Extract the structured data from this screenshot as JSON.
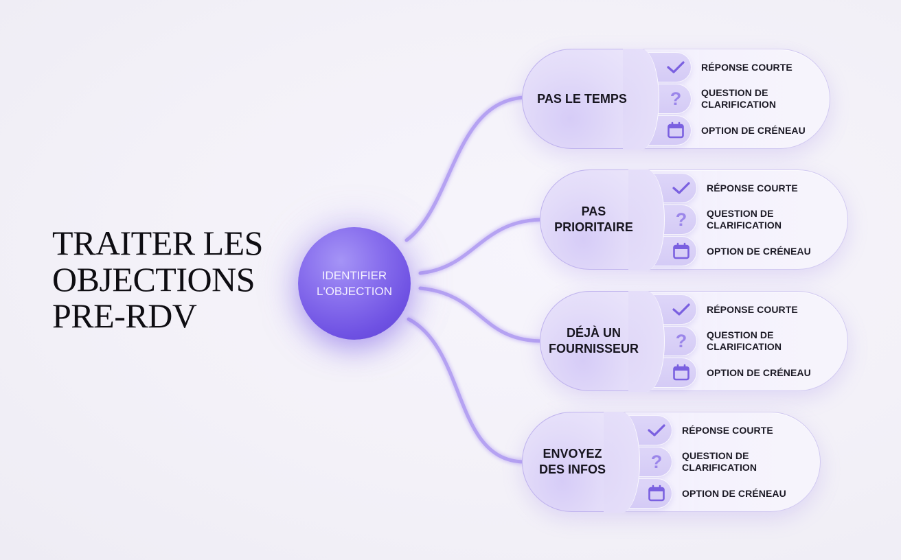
{
  "title": {
    "lines": [
      "TRAITER LES",
      "OBJECTIONS",
      "PRE-RDV"
    ]
  },
  "hub": {
    "lines": [
      "IDENTIFIER",
      "L'OBJECTION"
    ],
    "color": "#7b5fe8"
  },
  "colors": {
    "accent": "#7b5fe8",
    "link": "#b7a4f3",
    "icon": "#7a60e0",
    "background": "#f4f2f9"
  },
  "objections": [
    {
      "label_lines": [
        "PAS LE TEMPS"
      ],
      "options": [
        {
          "icon": "check-icon",
          "label": "RÉPONSE COURTE"
        },
        {
          "icon": "question-icon",
          "label_lines": [
            "QUESTION DE",
            "CLARIFICATION"
          ]
        },
        {
          "icon": "calendar-icon",
          "label": "OPTION DE CRÉNEAU"
        }
      ]
    },
    {
      "label_lines": [
        "PAS",
        "PRIORITAIRE"
      ],
      "options": [
        {
          "icon": "check-icon",
          "label": "RÉPONSE COURTE"
        },
        {
          "icon": "question-icon",
          "label_lines": [
            "QUESTION DE",
            "CLARIFICATION"
          ]
        },
        {
          "icon": "calendar-icon",
          "label": "OPTION DE CRÉNEAU"
        }
      ]
    },
    {
      "label_lines": [
        "DÉJÀ UN",
        "FOURNISSEUR"
      ],
      "options": [
        {
          "icon": "check-icon",
          "label": "RÉPONSE COURTE"
        },
        {
          "icon": "question-icon",
          "label_lines": [
            "QUESTION DE",
            "CLARIFICATION"
          ]
        },
        {
          "icon": "calendar-icon",
          "label": "OPTION DE CRÉNEAU"
        }
      ]
    },
    {
      "label_lines": [
        "ENVOYEZ",
        "DES INFOS"
      ],
      "options": [
        {
          "icon": "check-icon",
          "label": "RÉPONSE COURTE"
        },
        {
          "icon": "question-icon",
          "label_lines": [
            "QUESTION DE",
            "CLARIFICATION"
          ]
        },
        {
          "icon": "calendar-icon",
          "label": "OPTION DE CRÉNEAU"
        }
      ]
    }
  ],
  "icons": {
    "question_glyph": "?"
  }
}
